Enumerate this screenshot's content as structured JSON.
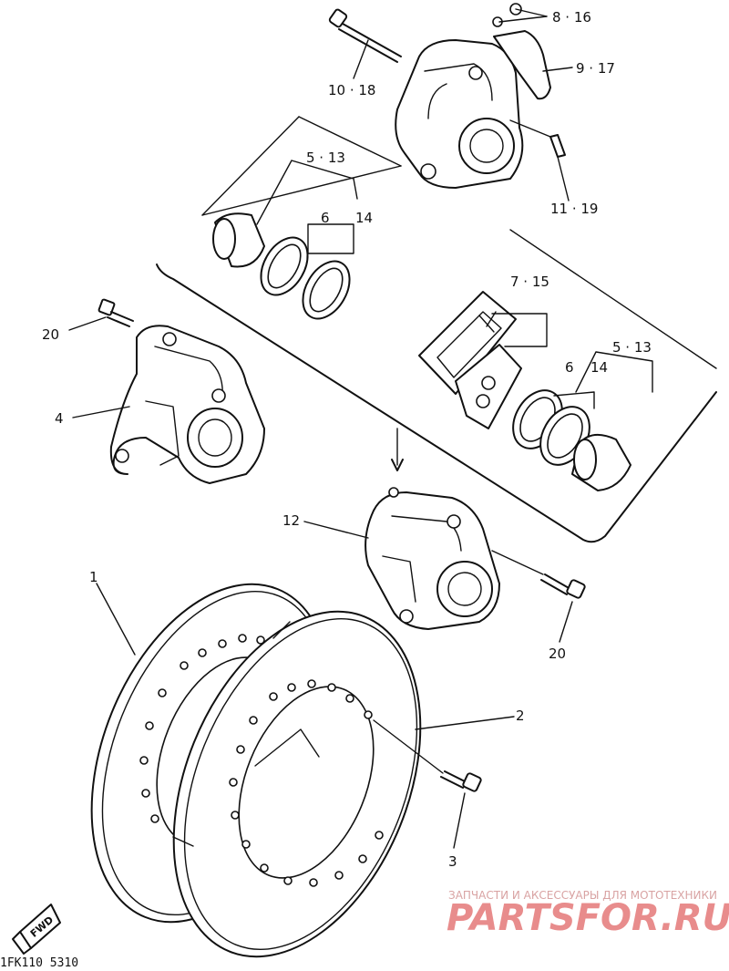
{
  "callouts": {
    "c1": "1",
    "c2": "2",
    "c3": "3",
    "c4": "4",
    "c12": "12",
    "c20a": "20",
    "c20b": "20",
    "c5_13a": "5 · 13",
    "c5_13b": "5 · 13",
    "c6a": "6",
    "c14a": "14",
    "c6b": "6",
    "c14b": "14",
    "c7_15": "7 · 15",
    "c8_16": "8 · 16",
    "c9_17": "9 · 17",
    "c10_18": "10 · 18",
    "c11_19": "11 · 19"
  },
  "fwd_label": "FWD",
  "drawing_code": "1FK110 5310",
  "watermark": {
    "tagline": "ЗАПЧАСТИ И АКСЕССУАРЫ ДЛЯ МОТОТЕХНИКИ",
    "brand": "PARTSFOR.RU"
  }
}
